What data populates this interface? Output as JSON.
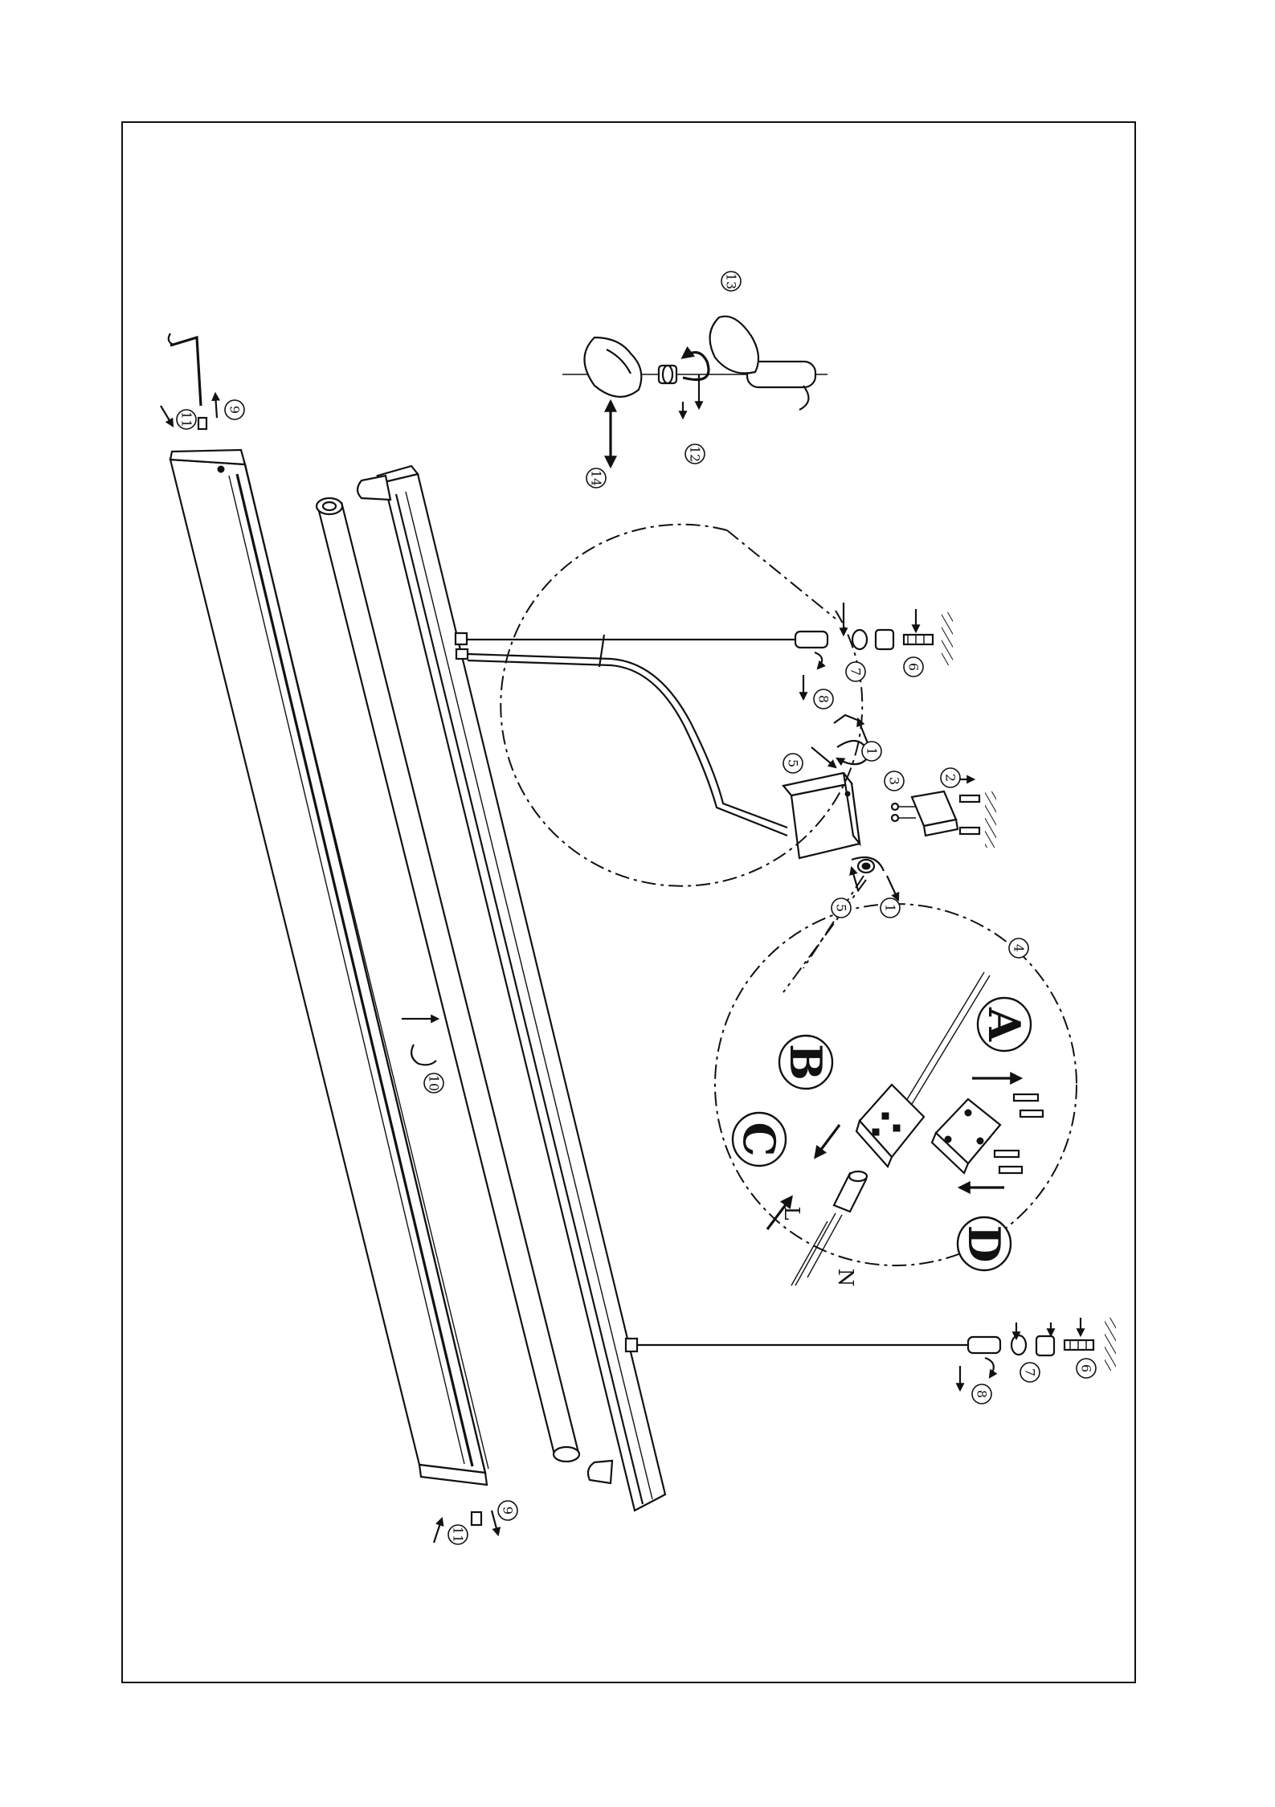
{
  "parts": {
    "p1": "1",
    "p2": "2",
    "p3": "3",
    "p4": "4",
    "p5": "5",
    "p6": "6",
    "p7": "7",
    "p8": "8",
    "p9": "9",
    "p10": "10",
    "p11": "11",
    "p12": "12",
    "p13": "13",
    "p14": "14"
  },
  "detail_labels": {
    "a": "A",
    "b": "B",
    "c": "C",
    "d": "D"
  },
  "wire_labels": {
    "live": "L",
    "neutral": "N"
  },
  "icons": [
    "arrow-icon",
    "rotate-arrow-icon",
    "hex-key-icon",
    "ceiling-hatch-icon"
  ]
}
